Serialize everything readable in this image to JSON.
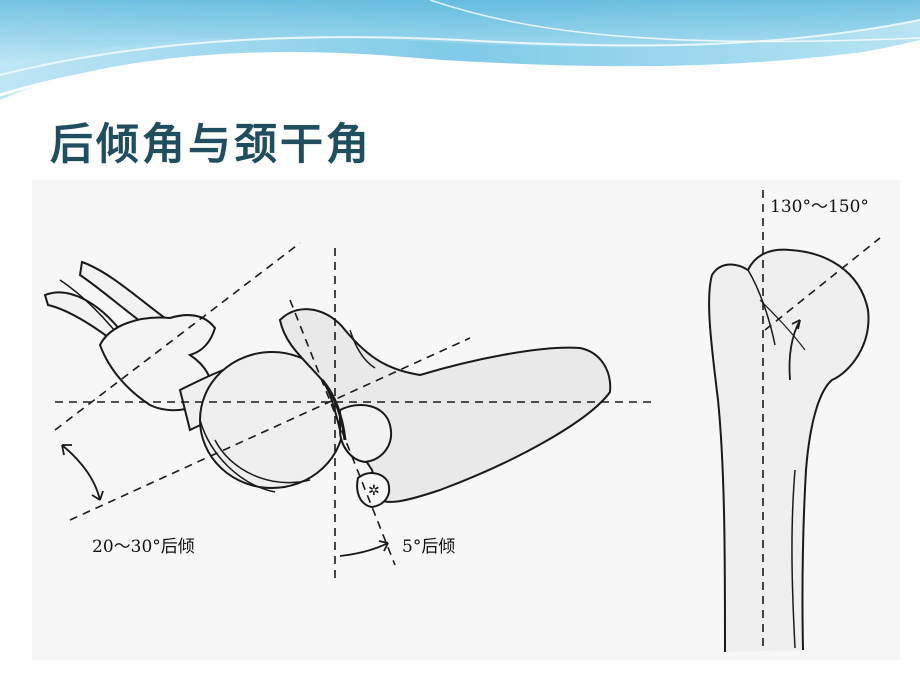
{
  "slide": {
    "title": "后倾角与颈干角",
    "colors": {
      "title": "#1f4e5f",
      "banner_light": "#d9f1f9",
      "banner_mid": "#8fd3ec",
      "banner_dark": "#39a9d4"
    }
  },
  "figure_left": {
    "label_retroversion": "20～30°后倾",
    "label_tilt": "5°后倾"
  },
  "figure_right": {
    "label_neck_shaft": "130°～150°"
  }
}
